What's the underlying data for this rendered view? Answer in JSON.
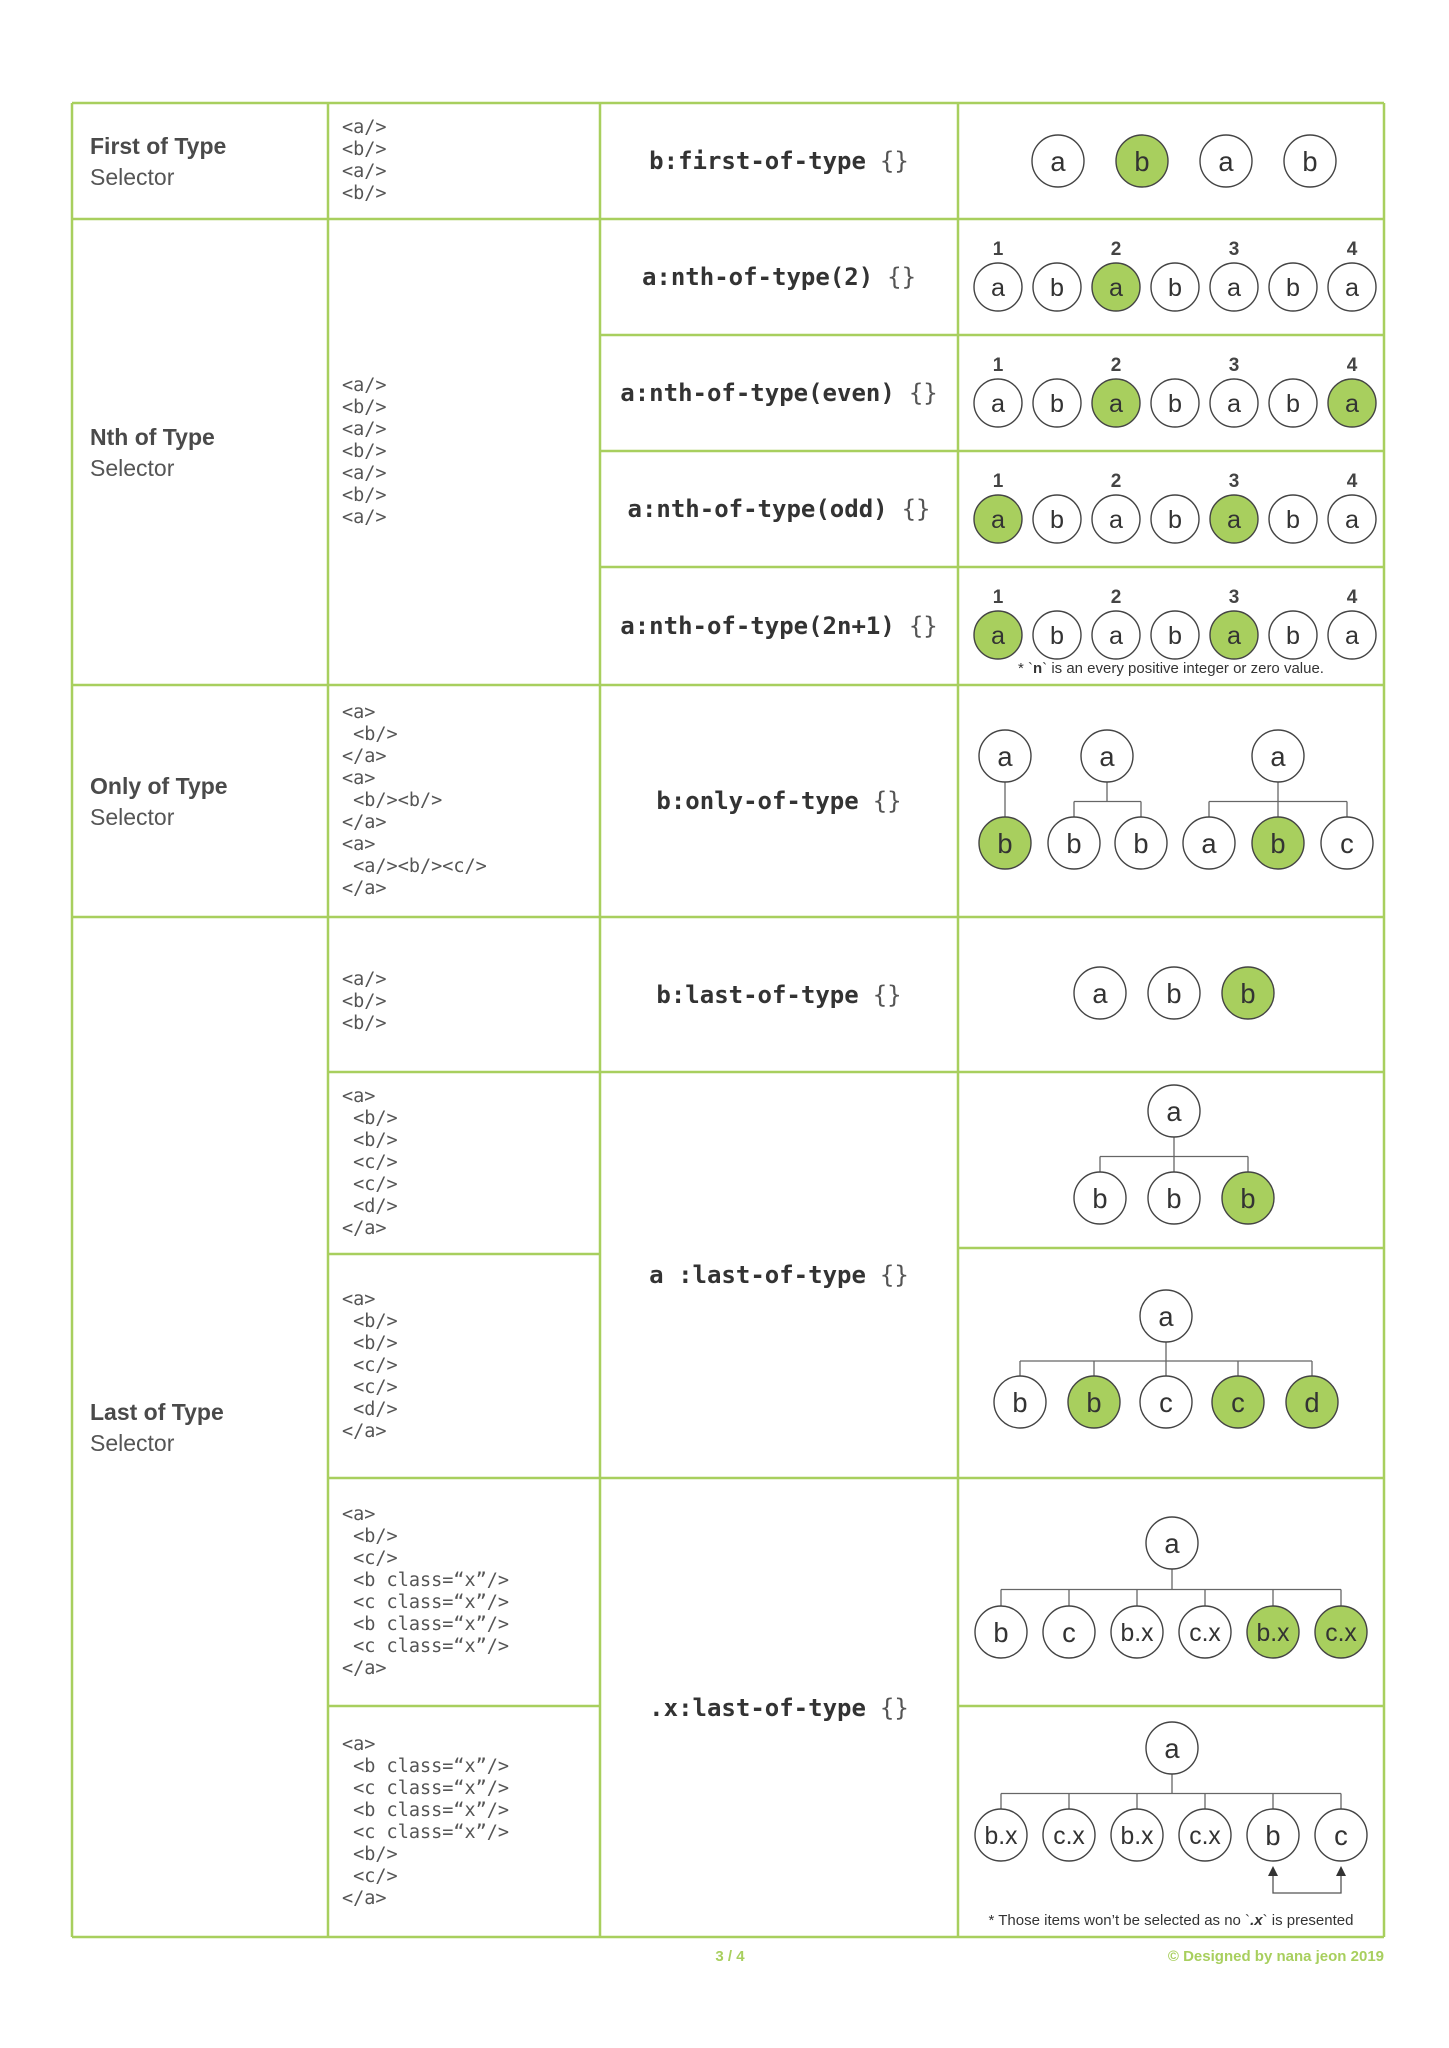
{
  "accent_color": "#a8cf5e",
  "highlight_fill": "#a8cf5e",
  "sections": [
    {
      "title": "First of Type",
      "subtitle": "Selector"
    },
    {
      "title": "Nth of Type",
      "subtitle": "Selector"
    },
    {
      "title": "Only of Type",
      "subtitle": "Selector"
    },
    {
      "title": "Last of Type",
      "subtitle": "Selector"
    }
  ],
  "code": {
    "first": "<a/>\n<b/>\n<a/>\n<b/>",
    "nth": "<a/>\n<b/>\n<a/>\n<b/>\n<a/>\n<b/>\n<a/>",
    "only": "<a>\n <b/>\n</a>\n<a>\n <b/><b/>\n</a>\n<a>\n <a/><b/><c/>\n</a>",
    "last1": "<a/>\n<b/>\n<b/>",
    "last2": "<a>\n <b/>\n <b/>\n <c/>\n <c/>\n <d/>\n</a>",
    "last3": "<a>\n <b/>\n <b/>\n <c/>\n <c/>\n <d/>\n</a>",
    "last4": "<a>\n <b/>\n <c/>\n <b class=“x”/>\n <c class=“x”/>\n <b class=“x”/>\n <c class=“x”/>\n</a>",
    "last5": "<a>\n <b class=“x”/>\n <c class=“x”/>\n <b class=“x”/>\n <c class=“x”/>\n <b/>\n <c/>\n</a>"
  },
  "selectors": {
    "first_of_type": "b:first-of-type",
    "nth_2": "a:nth-of-type(2)",
    "nth_even": "a:nth-of-type(even)",
    "nth_odd": "a:nth-of-type(odd)",
    "nth_2n1": "a:nth-of-type(2n+1)",
    "only_of_type": "b:only-of-type",
    "last_of_type": "b:last-of-type",
    "a_last_of_type": "a :last-of-type",
    "x_last_of_type": ".x:last-of-type",
    "braces": "{}"
  },
  "diagrams": {
    "first": {
      "nodes": [
        "a",
        "b",
        "a",
        "b"
      ],
      "highlight": [
        1
      ]
    },
    "nth_numbers": [
      "1",
      "2",
      "3",
      "4"
    ],
    "nth_nodes": [
      "a",
      "b",
      "a",
      "b",
      "a",
      "b",
      "a"
    ],
    "nth_2_highlight": [
      2
    ],
    "nth_even_highlight": [
      2,
      6
    ],
    "nth_odd_highlight": [
      0,
      4
    ],
    "nth_2n1_highlight": [
      0,
      4
    ],
    "nth_note_parts": [
      "* `",
      "n",
      "` is an every positive integer or zero value."
    ],
    "only": [
      {
        "root": "a",
        "children": [
          "b"
        ],
        "highlight": [
          0
        ]
      },
      {
        "root": "a",
        "children": [
          "b",
          "b"
        ],
        "highlight": []
      },
      {
        "root": "a",
        "children": [
          "a",
          "b",
          "c"
        ],
        "highlight": [
          1
        ]
      }
    ],
    "last1": {
      "nodes": [
        "a",
        "b",
        "b"
      ],
      "highlight": [
        2
      ]
    },
    "last2": {
      "root": "a",
      "children": [
        "b",
        "b",
        "b"
      ],
      "highlight": [
        2
      ]
    },
    "last3": {
      "root": "a",
      "children": [
        "b",
        "b",
        "c",
        "c",
        "d"
      ],
      "highlight": [
        1,
        3,
        4
      ]
    },
    "last4": {
      "root": "a",
      "children": [
        "b",
        "c",
        "b.x",
        "c.x",
        "b.x",
        "c.x"
      ],
      "highlight": [
        4,
        5
      ]
    },
    "last5": {
      "root": "a",
      "children": [
        "b.x",
        "c.x",
        "b.x",
        "c.x",
        "b",
        "c"
      ],
      "highlight": []
    },
    "last5_note_parts": [
      "* Those items won’t be selected as no `",
      ".x",
      "` is presented"
    ]
  },
  "footer": {
    "page": "3 / 4",
    "credit": "© Designed by nana jeon 2019"
  }
}
